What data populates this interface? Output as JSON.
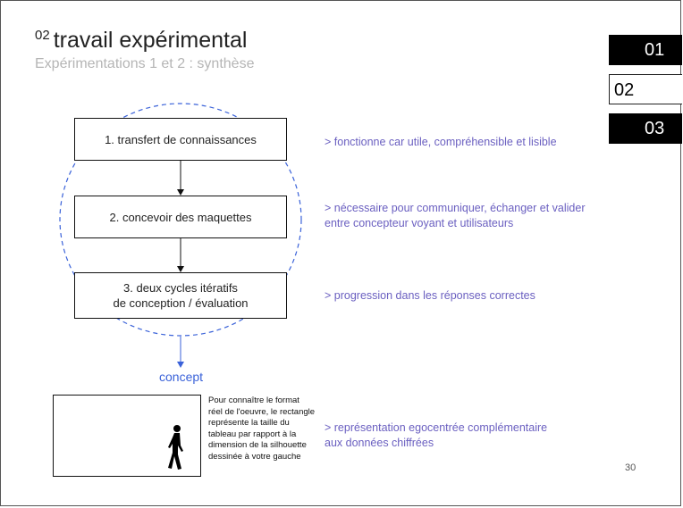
{
  "header": {
    "section_number": "02",
    "title": "travail expérimental",
    "subtitle": "Expérimentations 1 et 2 : synthèse"
  },
  "nav": {
    "items": [
      "01",
      "02",
      "03"
    ],
    "active_index": 1
  },
  "steps": [
    {
      "label_line1": "1. transfert de connaissances",
      "label_line2": ""
    },
    {
      "label_line1": "2. concevoir des maquettes",
      "label_line2": ""
    },
    {
      "label_line1": "3. deux cycles itératifs",
      "label_line2": "de conception / évaluation"
    }
  ],
  "notes": [
    {
      "line1": "> fonctionne car utile, compréhensible et lisible",
      "line2": ""
    },
    {
      "line1": "> nécessaire pour communiquer, échanger et valider",
      "line2": "entre concepteur voyant et utilisateurs"
    },
    {
      "line1": "> progression dans les réponses correctes",
      "line2": ""
    },
    {
      "line1": "> représentation egocentrée complémentaire",
      "line2": "aux données chiffrées"
    }
  ],
  "concept_label": "concept",
  "info_text": "Pour connaître le format réel de l'oeuvre, le rectangle représente la taille du tableau par rapport à la dimension de la silhouette dessinée à votre gauche",
  "page_number": "30",
  "colors": {
    "note_text": "#6a5fc0",
    "concept_blue": "#3a62d9",
    "nav_dark": "#000000"
  }
}
